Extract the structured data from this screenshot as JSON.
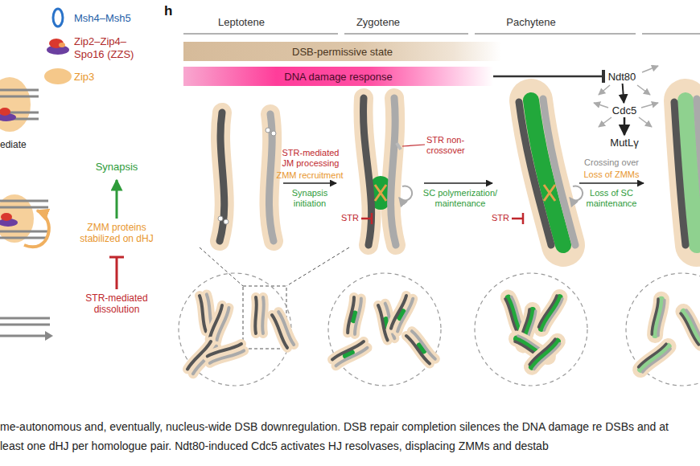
{
  "diagram": {
    "caption": "me-autonomous and, eventually, nucleus-wide DSB downregulation. DSB repair completion silences the DNA damage re DSBs and at least one dHJ per homologue pair. Ndt80-induced Cdc5 activates HJ resolvases, displacing ZMMs and destab",
    "nodes": [
      {
        "text": [
          "DSB-permissive state"
        ]
      },
      {
        "text": [
          "DNA damage response"
        ]
      },
      {
        "text": [
          "Ndt80"
        ]
      },
      {
        "text": [
          "Cdc5"
        ]
      },
      {
        "text": [
          "MutLγ"
        ]
      }
    ],
    "edges": [
      {
        "from": 1,
        "to": 2,
        "arrow": "to"
      },
      {
        "from": 2,
        "to": 3,
        "arrow": "to"
      },
      {
        "from": 3,
        "to": 4,
        "arrow": "to"
      }
    ],
    "labels": [
      "ediate",
      "Synapsis",
      "ZMM proteins stabilized on dHJ",
      "STR-mediated dissolution",
      "h",
      "Leptotene",
      "Zygotene",
      "Pachytene",
      "STR-mediated JM processing",
      "ZMM recruitment",
      "Synapsis initiation",
      "STR non-crossover",
      "STR",
      "SC polymerization/ maintenance",
      "STR",
      "Crossing over",
      "Loss of ZMMs",
      "Loss of SC maintenance"
    ],
    "legend": [
      {
        "text": "Msh4–Msh5"
      },
      {
        "text": "Zip2–Zip4–Spo16 (ZZS)"
      },
      {
        "text": "Zip3"
      }
    ]
  }
}
